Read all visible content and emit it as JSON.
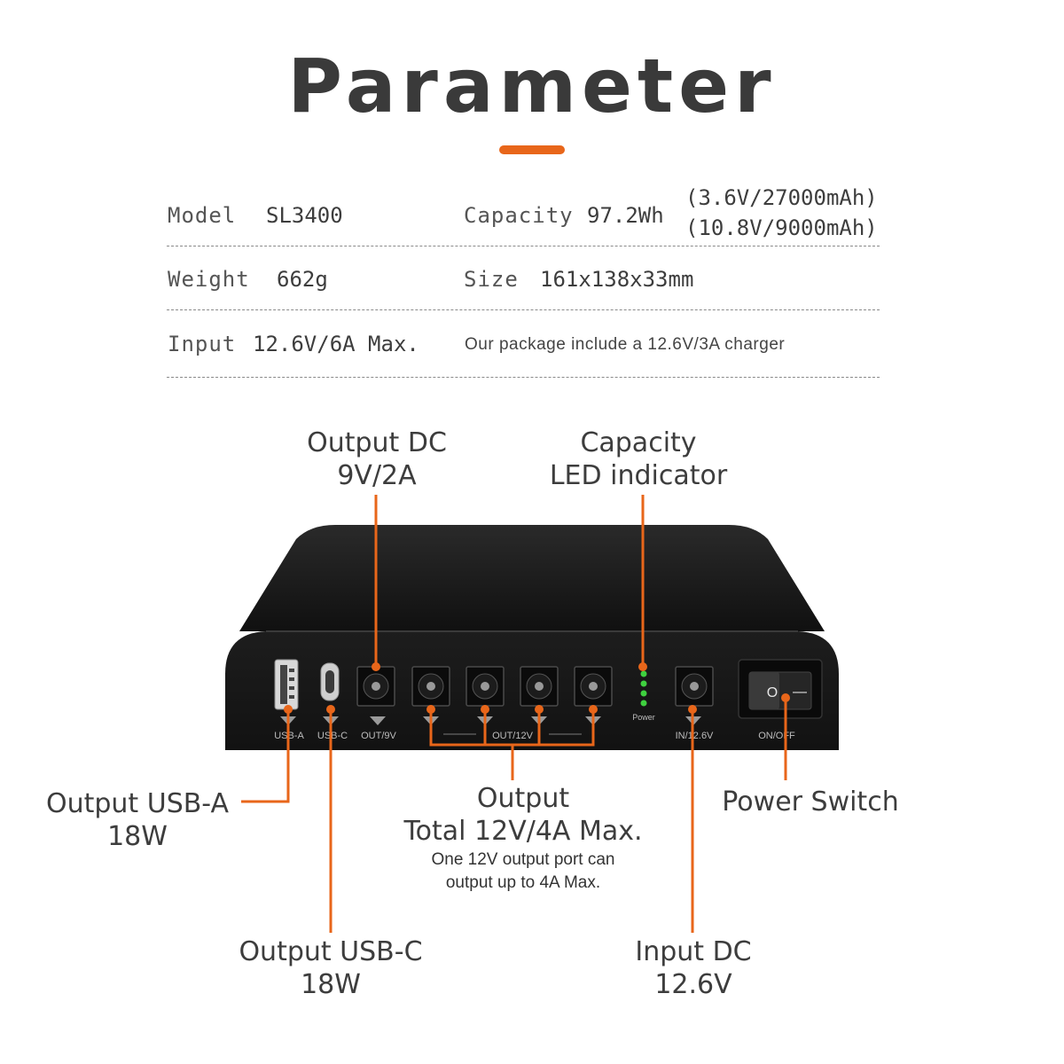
{
  "title": "Parameter",
  "colors": {
    "accent": "#e8661a",
    "device": "#1a1a1a",
    "led": "#3fd03f",
    "text": "#3d3d3d"
  },
  "specs": {
    "model_label": "Model",
    "model_value": "SL3400",
    "capacity_label": "Capacity",
    "capacity_value": "97.2Wh",
    "capacity_detail_1": "(3.6V/27000mAh)",
    "capacity_detail_2": "(10.8V/9000mAh)",
    "weight_label": "Weight",
    "weight_value": "662g",
    "size_label": "Size",
    "size_value": "161x138x33mm",
    "input_label": "Input",
    "input_value": "12.6V/6A Max.",
    "package_note": "Our package include a 12.6V/3A charger"
  },
  "callouts": {
    "output_dc": [
      "Output DC",
      "9V/2A"
    ],
    "capacity_led": [
      "Capacity",
      "LED indicator"
    ],
    "usb_a": [
      "Output USB-A",
      "18W"
    ],
    "usb_c": [
      "Output USB-C",
      "18W"
    ],
    "output_12v": [
      "Output",
      "Total 12V/4A Max."
    ],
    "output_12v_note": [
      "One 12V output port can",
      "output up to 4A Max."
    ],
    "power_switch": "Power Switch",
    "input_dc": [
      "Input DC",
      "12.6V"
    ]
  },
  "port_labels": {
    "usb_a": "USB-A",
    "usb_c": "USB-C",
    "out_9v": "OUT/9V",
    "out_12v": "OUT/12V",
    "power": "Power",
    "in_12v": "IN/12.6V",
    "on_off": "ON/OFF"
  },
  "switch_symbols": {
    "off": "O",
    "on": "—"
  }
}
